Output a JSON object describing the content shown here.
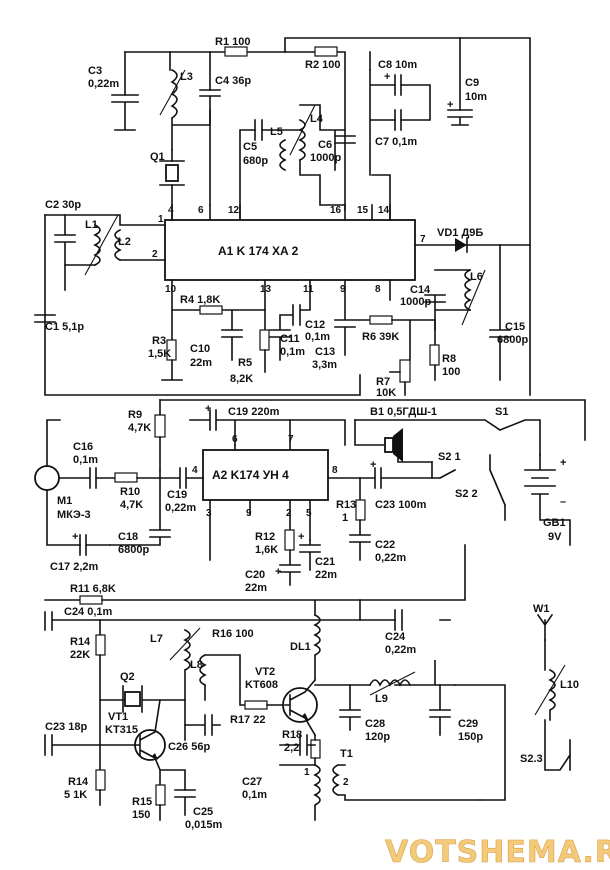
{
  "ic": {
    "a1": "A1  K 174 XA 2",
    "a2": "A2  K174 УН 4"
  },
  "labels": {
    "r1": "R1 100",
    "r2": "R2 100",
    "c3": "C3",
    "c3v": "0,22m",
    "l3": "L3",
    "c4": "C4 36p",
    "c8": "C8 10m",
    "c9": "C9",
    "c9v": "10m",
    "c7": "C7 0,1m",
    "l5": "L5",
    "l4": "L4",
    "c5": "C5",
    "c5v": "680p",
    "c6": "C6",
    "c6v": "1000p",
    "q1": "Q1",
    "c2": "C2 30p",
    "l1": "L1",
    "l2": "L2",
    "c1": "C1 5,1p",
    "vd1": "VD1 Д9Б",
    "c14": "C14",
    "c14v": "1000p",
    "l6": "L6",
    "c15": "C15",
    "c15v": "6800p",
    "r4": "R4 1,8K",
    "r3": "R3",
    "r3v": "1,5K",
    "c10": "C10",
    "c10v": "22m",
    "r5": "R5",
    "r5v": "8,2K",
    "c12": "C12",
    "c12v": "0,1m",
    "c11": "C11",
    "c11v": "0,1m",
    "c13": "C13",
    "c13v": "3,3m",
    "r6": "R6 39K",
    "r8": "R8",
    "r8v": "100",
    "r7": "R7",
    "r7v": "10K",
    "r9": "R9",
    "r9v": "4,7K",
    "c19t": "C19 220m",
    "b1": "B1 0,5ГДШ-1",
    "s1": "S1",
    "s21": "S2 1",
    "s22": "S2 2",
    "c16": "C16",
    "c16v": "0,1m",
    "m1": "M1",
    "m1v": "МКЭ-3",
    "r10": "R10",
    "r10v": "4,7K",
    "c19": "C19",
    "c19v": "0,22m",
    "c23t": "C23 100m",
    "r13": "R13",
    "r13v": "1",
    "gb1": "GB1",
    "gb1v": "9V",
    "c18": "C18",
    "c18v": "6800p",
    "c17": "C17 2,2m",
    "r12": "R12",
    "r12v": "1,6K",
    "c22": "C22",
    "c22v": "0,22m",
    "c21": "C21",
    "c21v": "22m",
    "c20": "C20",
    "c20v": "22m",
    "r11": "R11 6,8K",
    "c24a": "C24 0,1m",
    "r14a": "R14",
    "r14av": "22K",
    "l7": "L7",
    "l8": "L8",
    "r16": "R16 100",
    "dl1": "DL1",
    "c24b": "C24",
    "c24bv": "0,22m",
    "w1": "W1",
    "q2": "Q2",
    "vt2": "VT2",
    "vt2v": "KT608",
    "l9": "L9",
    "vt1": "VT1",
    "vt1v": "KT315",
    "r17": "R17 22",
    "c28": "C28",
    "c28v": "120p",
    "c29": "C29",
    "c29v": "150p",
    "l10": "L10",
    "c23b": "C23 18p",
    "c26": "C26 56p",
    "r18": "R18",
    "r18v": "2,2",
    "r14b": "R14",
    "r14bv": "5 1K",
    "c27": "C27",
    "c27v": "0,1m",
    "t1": "T1",
    "s23": "S2.3",
    "r15": "R15",
    "r15v": "150",
    "c25": "C25",
    "c25v": "0,015m"
  },
  "pins": {
    "a1_1": "1",
    "a1_2": "2",
    "a1_4": "4",
    "a1_6": "6",
    "a1_12": "12",
    "a1_16": "16",
    "a1_15": "15",
    "a1_14": "14",
    "a1_7": "7",
    "a1_10": "10",
    "a1_13": "13",
    "a1_11": "11",
    "a1_9": "9",
    "a1_8": "8",
    "a2_6": "6",
    "a2_7": "7",
    "a2_4": "4",
    "a2_8": "8",
    "a2_3": "3",
    "a2_9": "9",
    "a2_2": "2",
    "a2_5": "5",
    "t1_1": "1",
    "t1_2": "2"
  },
  "watermark": "VOTSHEMA.RU"
}
